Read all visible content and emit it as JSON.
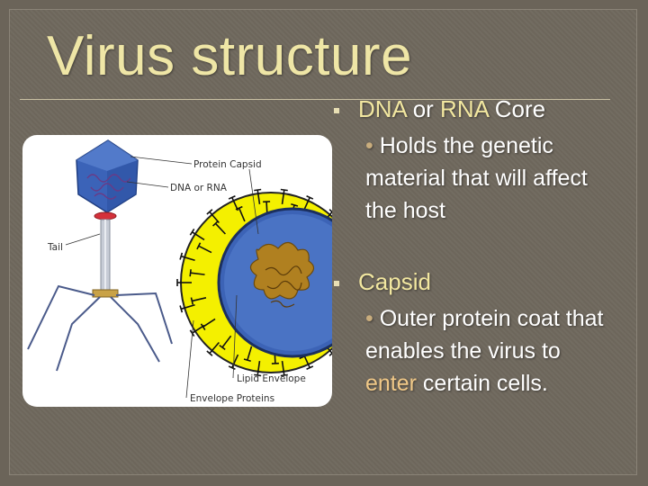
{
  "slide": {
    "title": "Virus structure"
  },
  "bullets": [
    {
      "parts": [
        "DNA",
        " or ",
        "RNA",
        " Core"
      ],
      "sub": {
        "marker": "•",
        "text": "Holds the genetic material that will affect the host"
      }
    },
    {
      "parts": [
        "Capsid"
      ],
      "sub": {
        "marker": "•",
        "text_before": "Outer protein coat that enables the virus to ",
        "text_highlight": "enter",
        "text_after": " certain cells."
      }
    }
  ],
  "diagram": {
    "labels": {
      "protein_capsid": "Protein Capsid",
      "dna_or_rna": "DNA or RNA",
      "tail": "Tail",
      "lipid_envelope": "Lipid Envelope",
      "envelope_proteins": "Envelope Proteins"
    }
  },
  "colors": {
    "background": "#6f685d",
    "title": "#efe6a6",
    "accent": "#f2e7a0",
    "highlight": "#f0c887"
  }
}
